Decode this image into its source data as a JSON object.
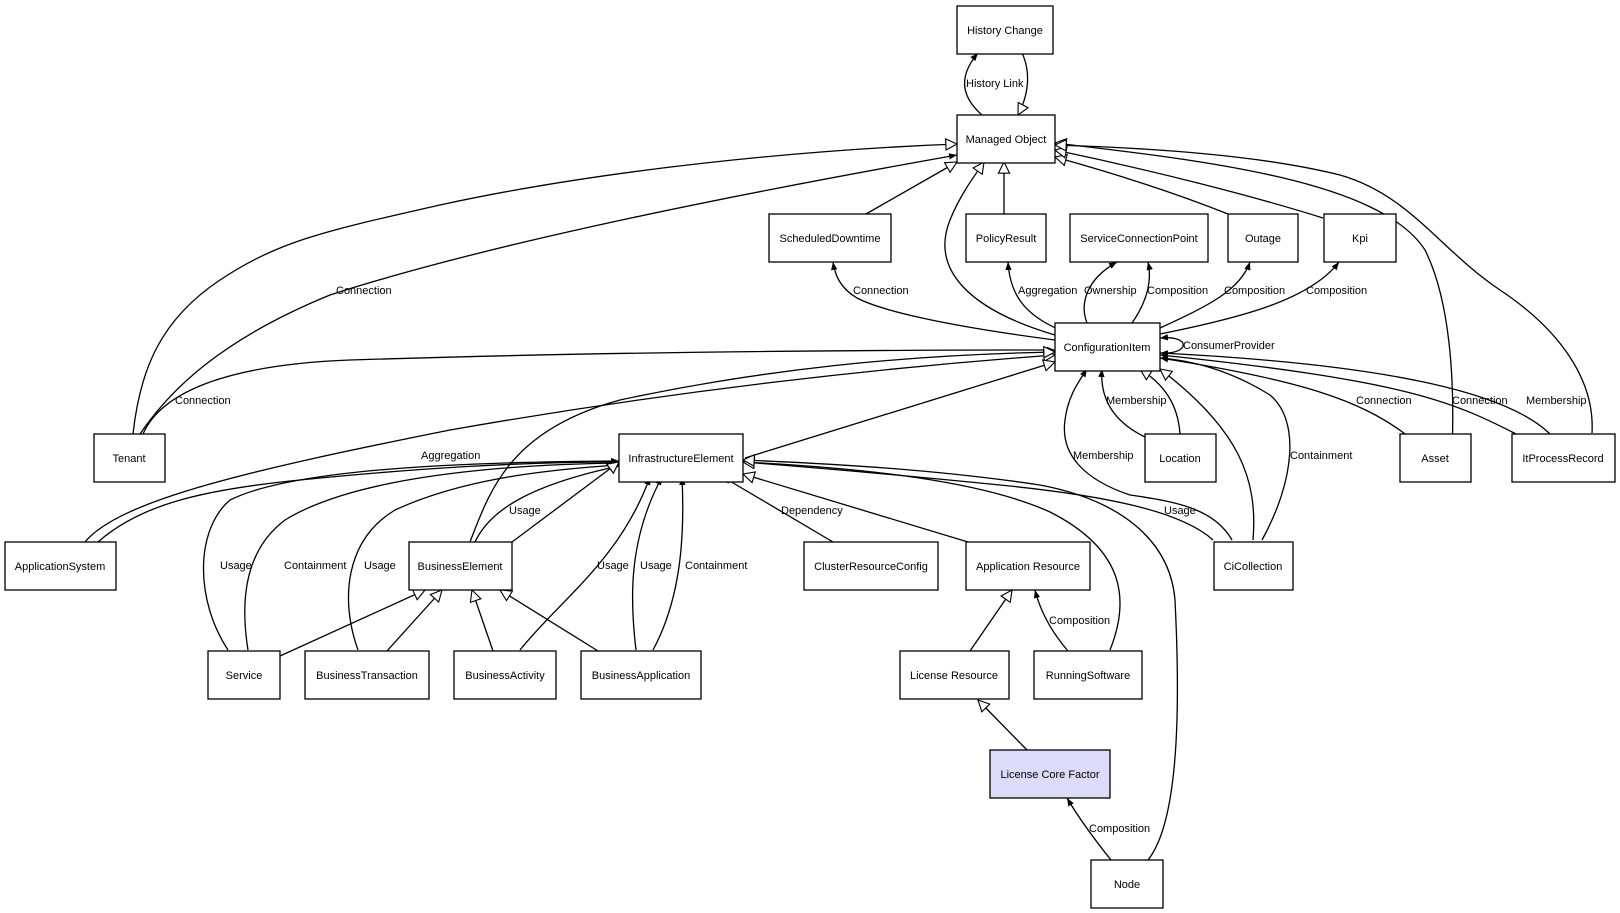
{
  "nodes": {
    "history_change": "History Change",
    "managed_object": "Managed Object",
    "scheduled_downtime": "ScheduledDowntime",
    "policy_result": "PolicyResult",
    "service_connection_point": "ServiceConnectionPoint",
    "outage": "Outage",
    "kpi": "Kpi",
    "configuration_item": "ConfigurationItem",
    "tenant": "Tenant",
    "infrastructure_element": "InfrastructureElement",
    "location": "Location",
    "asset": "Asset",
    "it_process_record": "ItProcessRecord",
    "application_system": "ApplicationSystem",
    "business_element": "BusinessElement",
    "cluster_resource_config": "ClusterResourceConfig",
    "application_resource": "Application Resource",
    "ci_collection": "CiCollection",
    "service": "Service",
    "business_transaction": "BusinessTransaction",
    "business_activity": "BusinessActivity",
    "business_application": "BusinessApplication",
    "license_resource": "License Resource",
    "running_software": "RunningSoftware",
    "license_core_factor": "License Core Factor",
    "node": "Node"
  },
  "highlighted_node": "license_core_factor",
  "edge_labels": {
    "history_link": "History Link",
    "tenant_mo_connection": "Connection",
    "ci_sd_connection": "Connection",
    "ci_pr_aggregation": "Aggregation",
    "ci_scp_ownership": "Ownership",
    "ci_scp_composition": "Composition",
    "ci_outage_composition": "Composition",
    "ci_kpi_composition": "Composition",
    "ci_self_consumer_provider": "ConsumerProvider",
    "tenant_ci_connection": "Connection",
    "location_membership": "Membership",
    "asset_connection": "Connection",
    "itpr_connection": "Connection",
    "itpr_membership": "Membership",
    "cicol_membership": "Membership",
    "cicol_containment": "Containment",
    "appsys_aggregation": "Aggregation",
    "be_usage": "Usage",
    "crc_dependency": "Dependency",
    "cicol_usage": "Usage",
    "service_usage": "Usage",
    "service_containment": "Containment",
    "bt_usage": "Usage",
    "bact_usage": "Usage",
    "bapp_usage": "Usage",
    "bapp_containment": "Containment",
    "rs_composition": "Composition",
    "node_composition": "Composition"
  }
}
